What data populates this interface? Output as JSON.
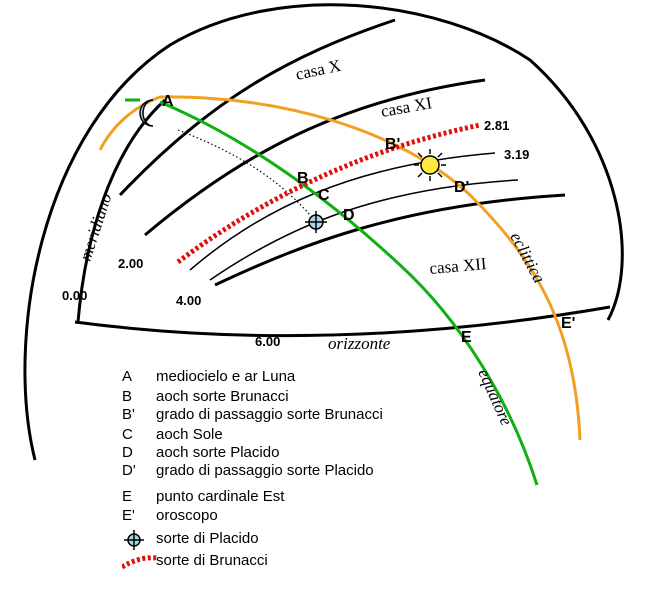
{
  "colors": {
    "ecliptic": "#f0a020",
    "equator": "#10b010",
    "sorte_brunacci": "#e01010",
    "line": "#000000",
    "moon": "#a8d8e8",
    "sun": "#ffe840"
  },
  "icons": {
    "moon": "moon-icon",
    "sun": "sun-icon",
    "placido": "circled-cross-icon"
  },
  "labels": {
    "casa_x": "casa X",
    "casa_xi": "casa XI",
    "casa_xii": "casa XII",
    "meridiano": "meridiano",
    "orizzonte": "orizzonte",
    "eclittica": "eclittica",
    "equatore": "equatore"
  },
  "points": {
    "A": "A",
    "B": "B",
    "B_prime": "B'",
    "C": "C",
    "D": "D",
    "D_prime": "D'",
    "E": "E",
    "E_prime": "E'"
  },
  "hours": {
    "h000": "0.00",
    "h200": "2.00",
    "h281": "2.81",
    "h319": "3.19",
    "h400": "4.00",
    "h600": "6.00"
  },
  "legend": [
    {
      "key": "A",
      "text": "mediocielo e ar Luna"
    },
    {
      "key": "B",
      "text": "aoch sorte Brunacci"
    },
    {
      "key": "B'",
      "text": "grado di passaggio sorte Brunacci"
    },
    {
      "key": "C",
      "text": "aoch Sole"
    },
    {
      "key": "D",
      "text": "aoch sorte Placido"
    },
    {
      "key": "D'",
      "text": "grado di passaggio sorte Placido"
    },
    {
      "key": "E",
      "text": "punto cardinale Est"
    },
    {
      "key": "E'",
      "text": "oroscopo"
    },
    {
      "key": "",
      "text": "sorte di Placido"
    },
    {
      "key": "",
      "text": "sorte di Brunacci"
    }
  ]
}
